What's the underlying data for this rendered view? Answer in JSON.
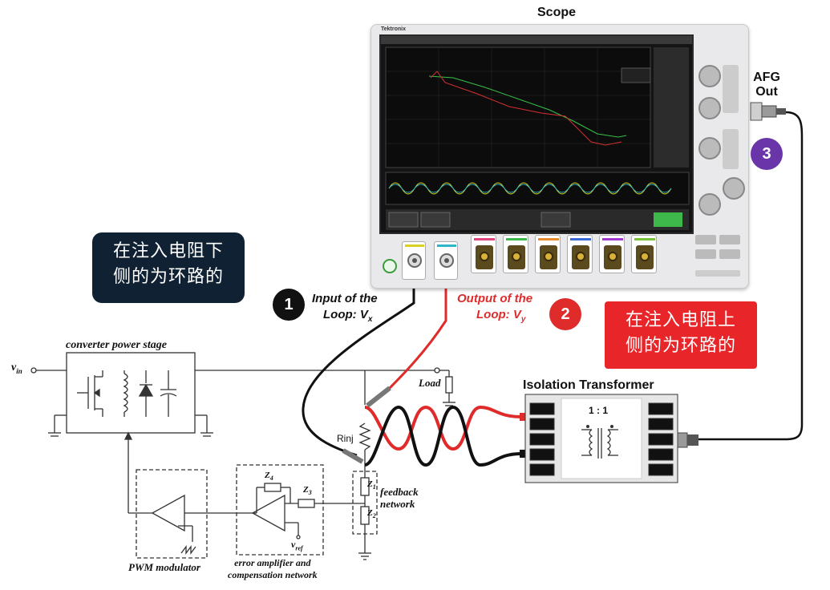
{
  "title": "Scope",
  "afg_label": "AFG\nOut",
  "brand": "Tektronix",
  "badges": [
    {
      "num": "1",
      "color": "#111111"
    },
    {
      "num": "2",
      "color": "#e02b2b"
    },
    {
      "num": "3",
      "color": "#6a35a8"
    }
  ],
  "input_label": {
    "line1": "Input of the",
    "line2": "Loop: V",
    "sub": "x"
  },
  "output_label": {
    "line1": "Output of the",
    "line2": "Loop: V",
    "sub": "y"
  },
  "note_left": {
    "text": "在注入电阻下\n侧的为环路的",
    "bg": "#0f2133"
  },
  "note_right": {
    "text": "在注入电阻上\n侧的为环路的",
    "bg": "#e8262a"
  },
  "isolation_title": "Isolation Transformer",
  "ratio": "1 : 1",
  "circuit": {
    "vin": "v",
    "vin_sub": "in",
    "power_stage": "converter power stage",
    "load": "Load",
    "rinj": "Rinj",
    "z1": "Z",
    "z1_sub": "1",
    "z2": "Z",
    "z2_sub": "2",
    "z3": "Z",
    "z3_sub": "3",
    "z4": "Z",
    "z4_sub": "4",
    "vref": "v",
    "vref_sub": "ref",
    "feedback": "feedback\nnetwork",
    "pwm": "PWM modulator",
    "erramp": "error amplifier and\ncompensation network"
  },
  "colors": {
    "probe_red": "#e02b2b",
    "probe_black": "#111111",
    "wire": "#333333"
  }
}
